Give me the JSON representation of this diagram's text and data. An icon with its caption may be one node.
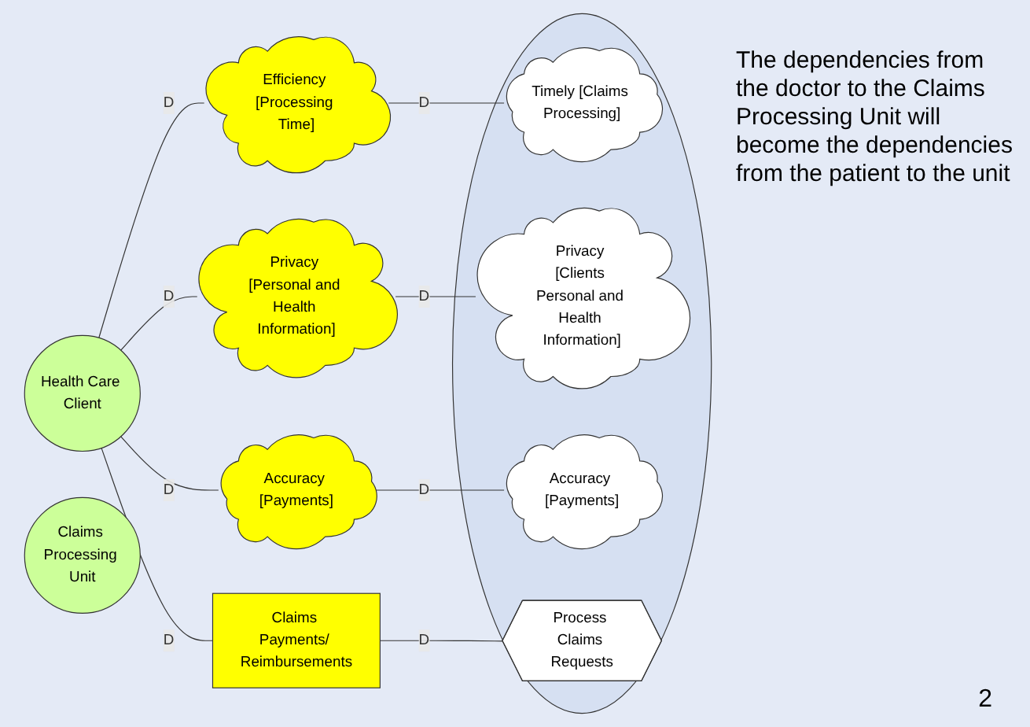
{
  "diagram": {
    "nodes": [
      {
        "text": [
          "Health Care Client"
        ]
      },
      {
        "text": [
          "Efficiency [Processing Time]"
        ]
      },
      {
        "text": [
          "Privacy [Personal and Health Information]"
        ]
      },
      {
        "text": [
          "Accuracy [Payments]"
        ]
      },
      {
        "text": [
          "Claims Payments/ Reimbursements"
        ]
      },
      {
        "text": [
          "Claims Processing Unit"
        ]
      },
      {
        "text": [],
        "shape": "circle"
      },
      {
        "text": [
          "Timely [Claims Processing]"
        ],
        "in": 6
      },
      {
        "text": [
          "Privacy [Clients Personal and Health Information]"
        ],
        "in": 6
      },
      {
        "text": [
          "Accuracy [Payments]"
        ],
        "in": 6
      },
      {
        "text": [
          "Process Claims Requests"
        ],
        "in": 6
      }
    ],
    "edges": [
      {
        "from": 0,
        "to": 1,
        "label": "D",
        "arrow": "none"
      },
      {
        "from": 1,
        "to": 7,
        "label": "D",
        "arrow": "none"
      },
      {
        "from": 0,
        "to": 2,
        "label": "D",
        "arrow": "none"
      },
      {
        "from": 2,
        "to": 8,
        "label": "D",
        "arrow": "none"
      },
      {
        "from": 0,
        "to": 3,
        "label": "D",
        "arrow": "none"
      },
      {
        "from": 3,
        "to": 9,
        "label": "D",
        "arrow": "none"
      },
      {
        "from": 0,
        "to": 4,
        "label": "D",
        "arrow": "none"
      },
      {
        "from": 4,
        "to": 10,
        "label": "D",
        "arrow": "none"
      }
    ],
    "labels": [
      "The dependencies from the doctor to the Claims Processing Unit will become the dependencies from the patient to the unit",
      "2"
    ]
  }
}
